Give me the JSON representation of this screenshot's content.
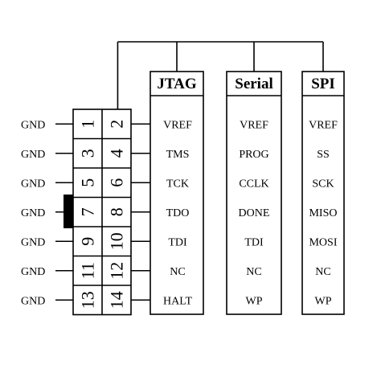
{
  "columns": [
    {
      "header": "JTAG",
      "signals": [
        "VREF",
        "TMS",
        "TCK",
        "TDO",
        "TDI",
        "NC",
        "HALT"
      ]
    },
    {
      "header": "Serial",
      "signals": [
        "VREF",
        "PROG",
        "CCLK",
        "DONE",
        "TDI",
        "NC",
        "WP"
      ]
    },
    {
      "header": "SPI",
      "signals": [
        "VREF",
        "SS",
        "SCK",
        "MISO",
        "MOSI",
        "NC",
        "WP"
      ]
    }
  ],
  "rows": [
    {
      "gnd": "GND",
      "odd": "1",
      "even": "2"
    },
    {
      "gnd": "GND",
      "odd": "3",
      "even": "4"
    },
    {
      "gnd": "GND",
      "odd": "5",
      "even": "6"
    },
    {
      "gnd": "GND",
      "odd": "7",
      "even": "8"
    },
    {
      "gnd": "GND",
      "odd": "9",
      "even": "10"
    },
    {
      "gnd": "GND",
      "odd": "11",
      "even": "12"
    },
    {
      "gnd": "GND",
      "odd": "13",
      "even": "14"
    }
  ]
}
